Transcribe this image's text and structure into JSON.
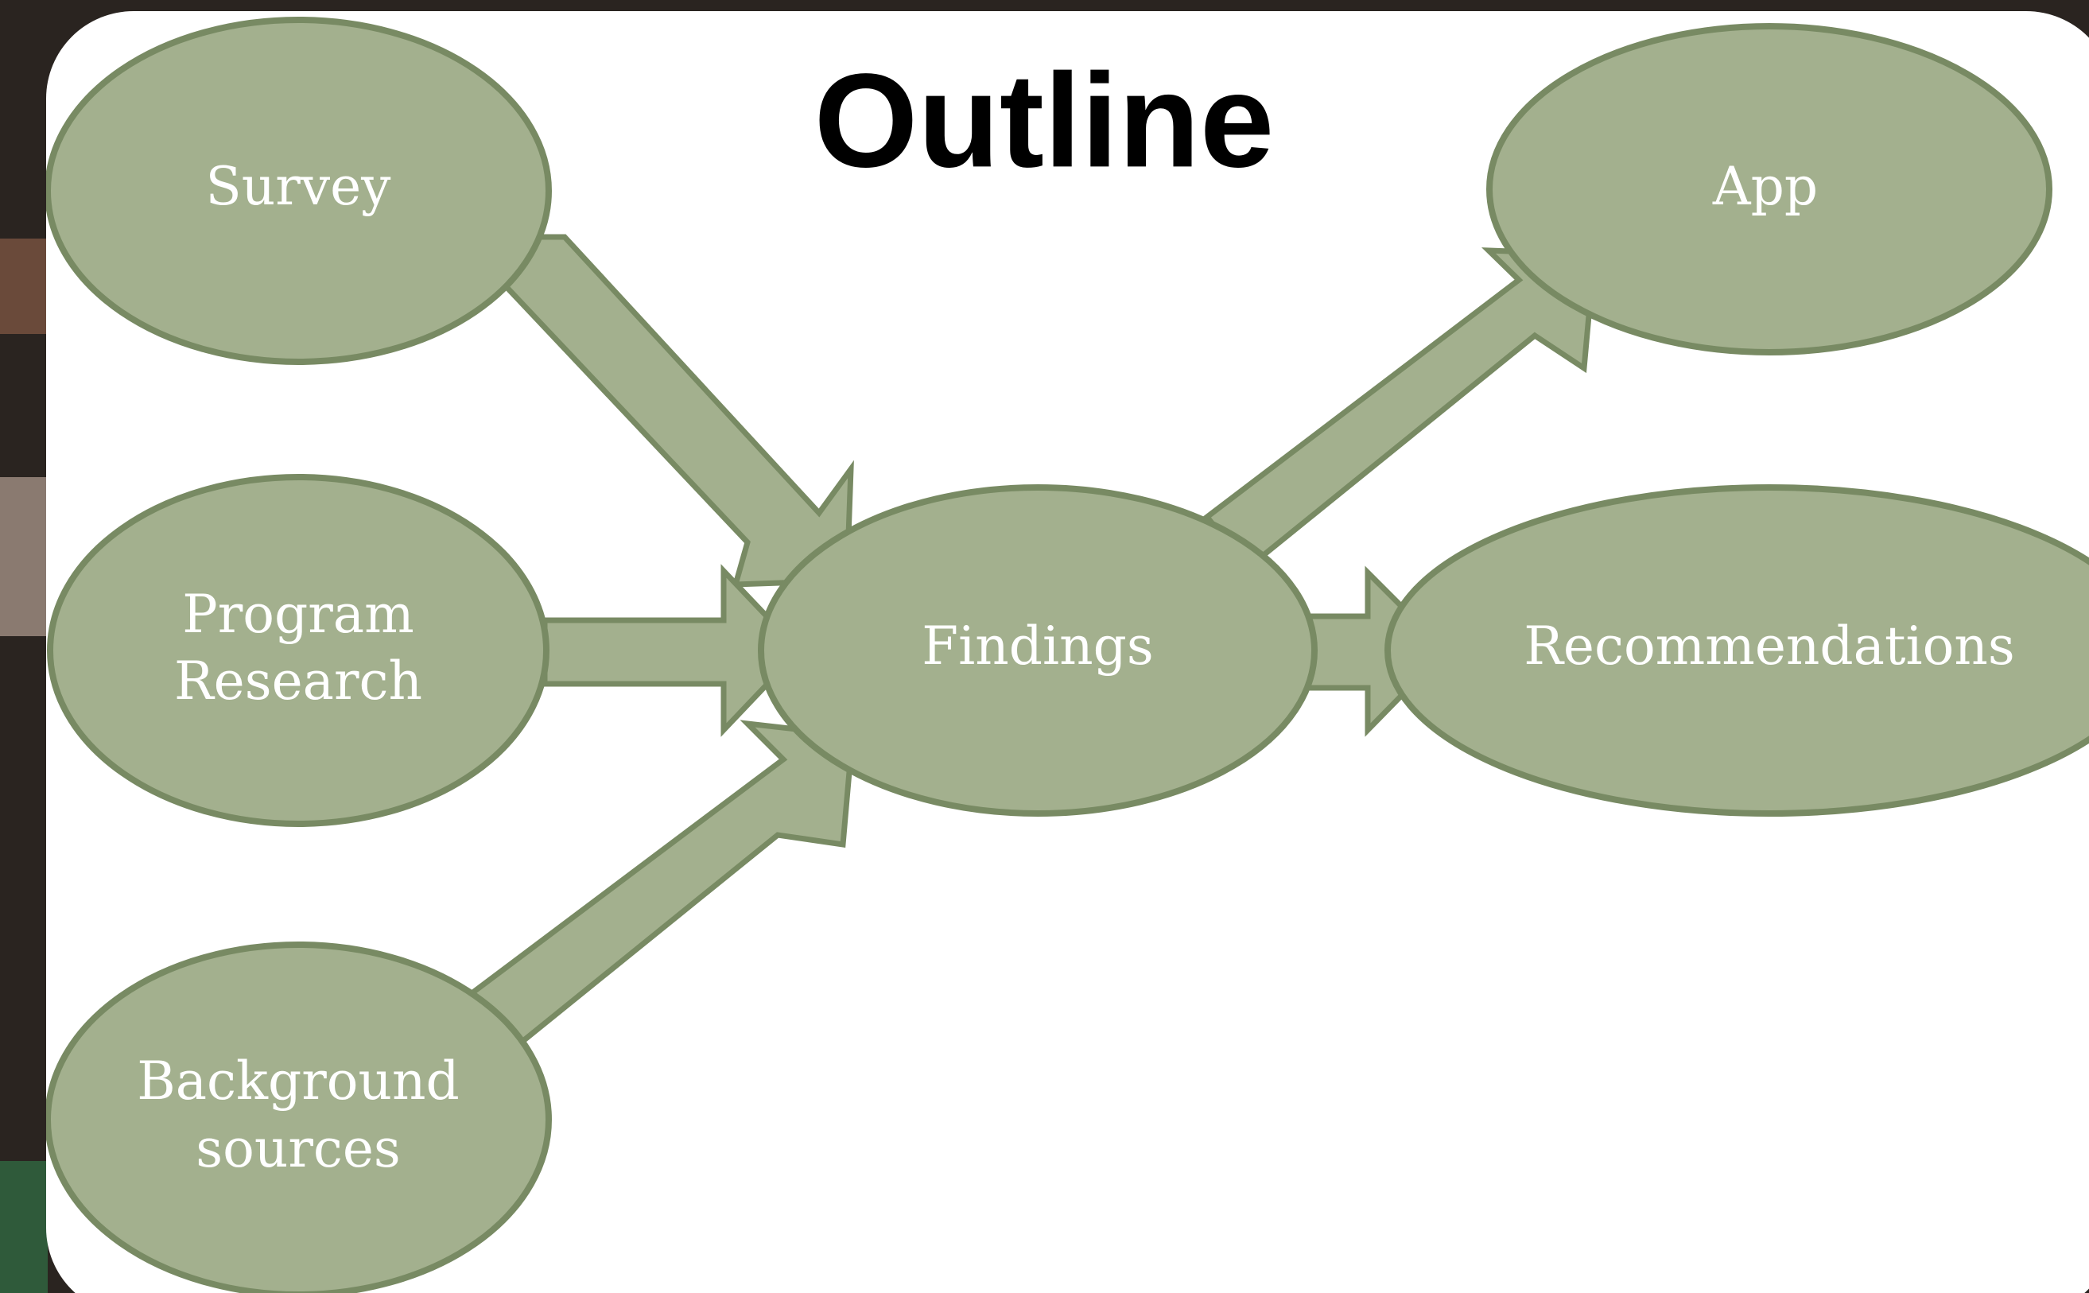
{
  "slide": {
    "title": "Outline"
  },
  "colors": {
    "node_fill": "#a3b08e",
    "node_stroke": "#788a63",
    "canvas": "#ffffff",
    "title": "#000000",
    "node_text": "#ffffff"
  },
  "nodes": {
    "survey": {
      "line1": "Survey"
    },
    "program_research": {
      "line1": "Program",
      "line2": "Research"
    },
    "background_sources": {
      "line1": "Background",
      "line2": "sources"
    },
    "findings": {
      "line1": "Findings"
    },
    "app": {
      "line1": "App"
    },
    "recommendations": {
      "line1": "Recommendations"
    }
  },
  "edges": [
    {
      "from": "Survey",
      "to": "Findings"
    },
    {
      "from": "Program Research",
      "to": "Findings"
    },
    {
      "from": "Background sources",
      "to": "Findings"
    },
    {
      "from": "Findings",
      "to": "App"
    },
    {
      "from": "Findings",
      "to": "Recommendations"
    }
  ]
}
